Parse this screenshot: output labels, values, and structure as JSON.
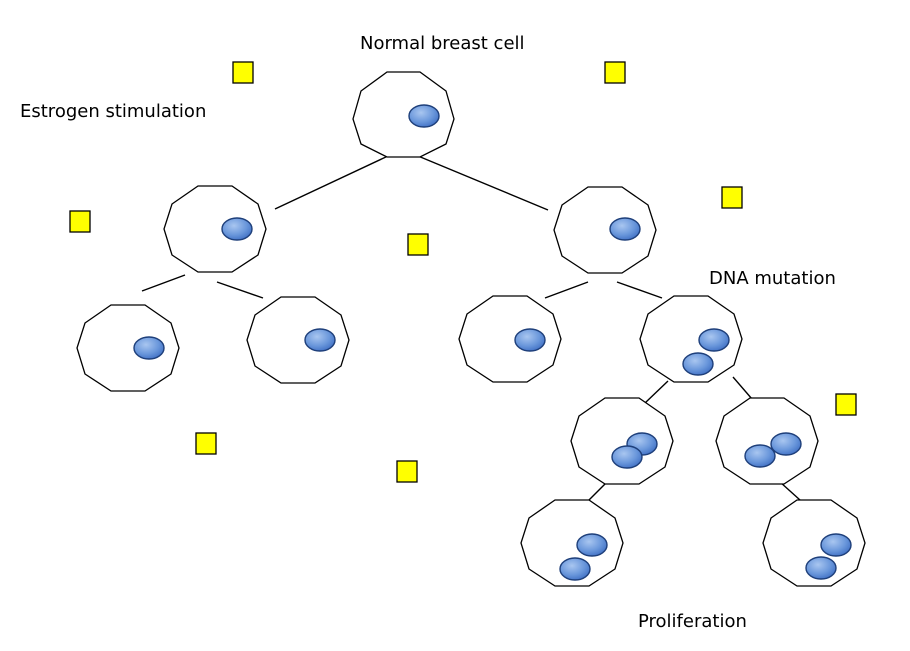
{
  "labels": {
    "normal_cell": "Normal breast cell",
    "estrogen": "Estrogen stimulation",
    "dna_mutation": "DNA mutation",
    "proliferation": "Proliferation"
  },
  "colors": {
    "cell_outline": "#000000",
    "nucleus_light": "#8fb4ea",
    "nucleus_dark": "#3f6fc4",
    "nucleus_edge": "#1e3f7a",
    "estrogen_square": "#ffff00"
  },
  "icons": [
    "cell-octagon",
    "nucleus-oval",
    "estrogen-square"
  ]
}
